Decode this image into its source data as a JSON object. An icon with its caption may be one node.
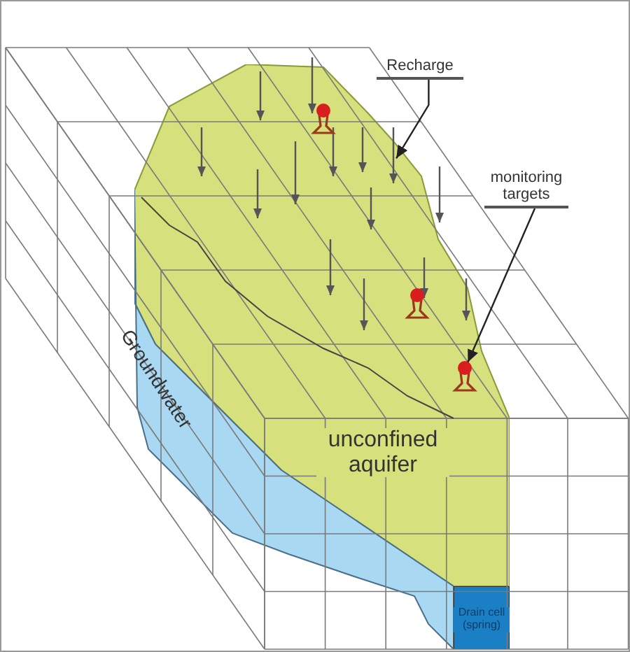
{
  "diagram": {
    "nodes": [
      {
        "text": [
          "Recharge"
        ]
      },
      {
        "text": [
          "monitoring targets"
        ]
      },
      {
        "text": [],
        "shape": "well",
        "in": 3
      },
      {
        "text": [
          "unconfined aquifer"
        ]
      },
      {
        "text": [
          "Groundwater"
        ]
      },
      {
        "text": [
          "Drain cell (spring)"
        ]
      }
    ],
    "edges": [
      {
        "from": 0,
        "to": 3,
        "arrow": "to"
      },
      {
        "from": 1,
        "to": 2,
        "arrow": "to"
      }
    ]
  }
}
